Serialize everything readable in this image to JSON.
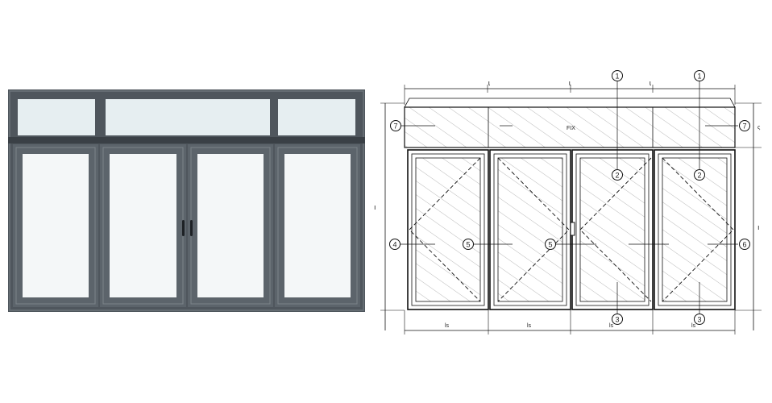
{
  "colors": {
    "frame_dark": "#4f565d",
    "frame_mid": "#6b737a",
    "frame_edge": "#3a4046",
    "glass": "#f4f7f8",
    "glass_transom": "#e6eef1",
    "line": "#111111",
    "hatch": "#9a9a9a"
  },
  "drawing": {
    "fixed_label": "FIX",
    "dim_top": [
      "ɩ",
      "ɩ",
      "ɩ"
    ],
    "dim_bottom": [
      "Ɩs",
      "Ɩs",
      "Ɩs",
      "Ɩs"
    ],
    "dim_left": "ı",
    "dim_right": "ı",
    "dim_right_small": "ς",
    "callouts": [
      "1",
      "1",
      "7",
      "7",
      "2",
      "2",
      "4",
      "5",
      "5",
      "6",
      "3",
      "3"
    ]
  }
}
